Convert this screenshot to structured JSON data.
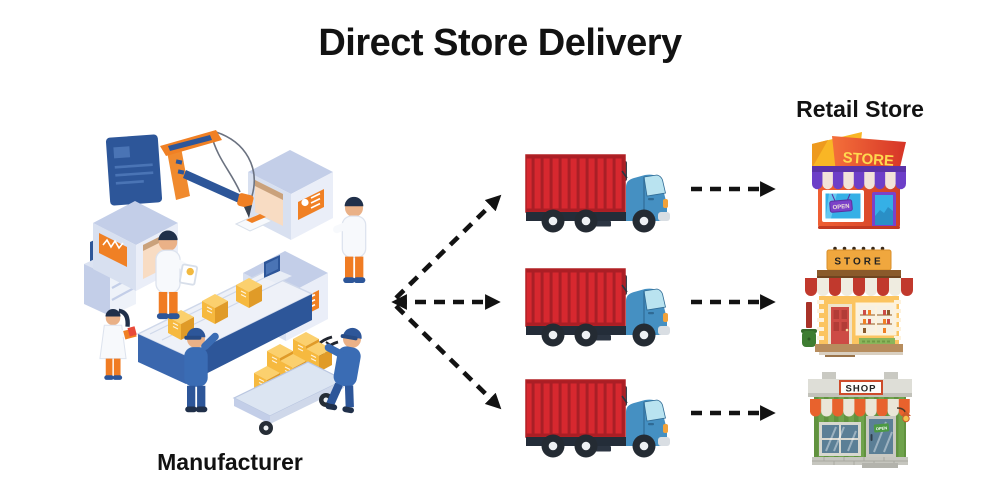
{
  "title": "Direct Store Delivery",
  "labels": {
    "manufacturer": "Manufacturer",
    "retail_store": "Retail Store"
  },
  "flow": {
    "source": "Manufacturer",
    "truck_count": 3,
    "store_count": 3,
    "arrows": {
      "style": "dashed",
      "color": "#121212",
      "fanout_arrows": 3,
      "truck_to_store_arrows": 3
    }
  },
  "stores": [
    {
      "sign": "STORE",
      "door_sign": "OPEN",
      "awning_color": "#6d3fc8",
      "facade_color": "#e4512e"
    },
    {
      "sign": "STORE",
      "awning_color": "#c1392d",
      "facade_color": "#fbc460"
    },
    {
      "sign": "SHOP",
      "door_sign": "OPEN",
      "awning_color": "#e8622d",
      "facade_color": "#6fa34c"
    }
  ],
  "truck": {
    "container_color": "#d7282f",
    "cab_color": "#4590c2",
    "chassis_color": "#242d39"
  },
  "colors": {
    "background": "#ffffff",
    "text": "#121212",
    "arrow": "#121212",
    "factory_blue": "#2d5699",
    "accent_orange": "#f08024",
    "box_yellow": "#f6b93f"
  }
}
